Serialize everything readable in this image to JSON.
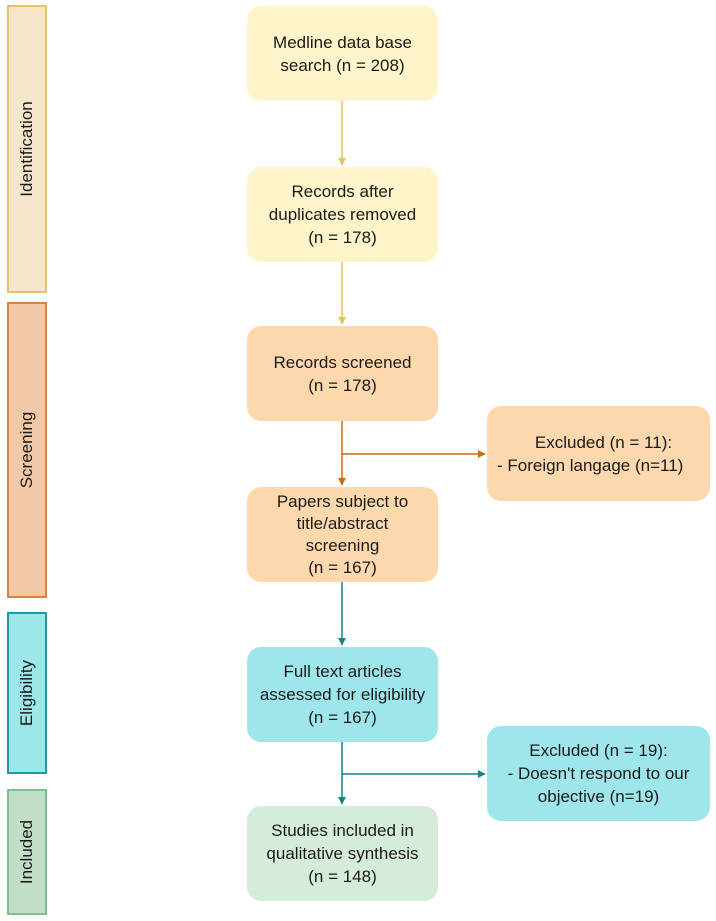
{
  "colors": {
    "identification_arrow": "#e8c15c",
    "screening_arrow": "#cc6a12",
    "eligibility_arrow": "#16808e"
  },
  "stages": {
    "identification": "Identification",
    "screening": "Screening",
    "eligibility": "Eligibility",
    "included": "Included"
  },
  "boxes": {
    "medline": {
      "lines": [
        "Medline data base",
        "search (n = 208)"
      ]
    },
    "records_after_duplicates": {
      "lines": [
        "Records after",
        "duplicates removed",
        "(n = 178)"
      ]
    },
    "records_screened": {
      "lines": [
        "Records screened",
        "(n = 178)"
      ]
    },
    "papers_screening": {
      "lines": [
        "Papers subject to",
        "title/abstract",
        "screening",
        "(n = 167)"
      ]
    },
    "full_text": {
      "lines": [
        "Full text articles",
        "assessed for eligibility",
        "(n = 167)"
      ]
    },
    "studies_included": {
      "lines": [
        "Studies included in",
        "qualitative synthesis",
        "(n = 148)"
      ]
    },
    "excluded_screening": {
      "lines": [
        "Excluded (n = 11):",
        "- Foreign langage (n=11)"
      ]
    },
    "excluded_eligibility": {
      "lines": [
        "Excluded (n = 19):",
        "- Doesn't respond to our",
        "objective (n=19)"
      ]
    }
  }
}
